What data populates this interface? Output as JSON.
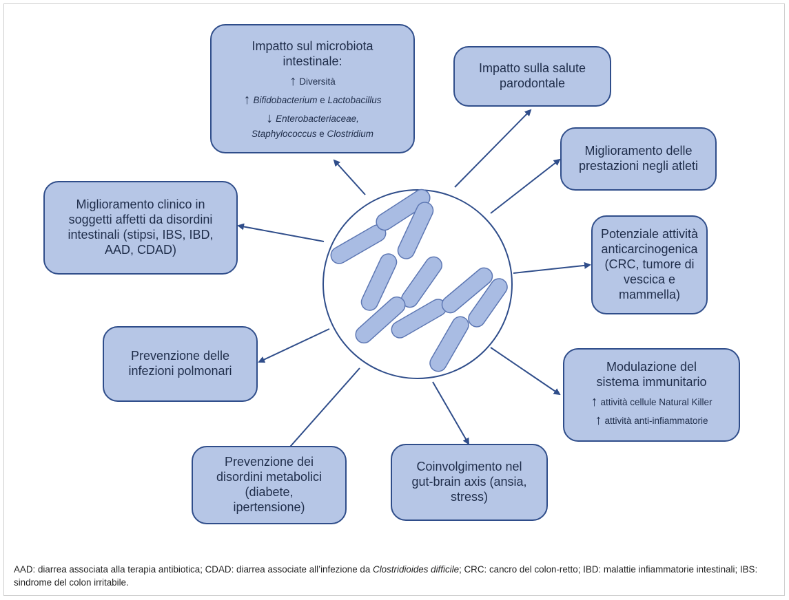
{
  "boxes": {
    "microbiota": {
      "title": "Impatto sul microbiota intestinale:",
      "lines": [
        {
          "arrow": "↑",
          "parts": [
            {
              "text": "Diversità",
              "italic": false
            }
          ]
        },
        {
          "arrow": "↑",
          "parts": [
            {
              "text": "Bifidobacterium",
              "italic": true
            },
            {
              "text": " e ",
              "italic": false
            },
            {
              "text": "Lactobacillus",
              "italic": true
            }
          ]
        },
        {
          "arrow": "↓",
          "parts": [
            {
              "text": "Enterobacteriaceae,",
              "italic": true
            }
          ]
        },
        {
          "arrow": "",
          "parts": [
            {
              "text": "Staphylococcus",
              "italic": true
            },
            {
              "text": " e ",
              "italic": false
            },
            {
              "text": "Clostridium",
              "italic": true
            }
          ]
        }
      ]
    },
    "parodontale": {
      "title": "Impatto sulla salute parodontale"
    },
    "atleti": {
      "title": "Miglioramento delle prestazioni negli atleti"
    },
    "anticarcinogenica": {
      "title": "Potenziale attività anticarcinogenica (CRC, tumore di vescica e mammella)"
    },
    "immunitario": {
      "title": "Modulazione del sistema immunitario",
      "lines": [
        {
          "arrow": "↑",
          "parts": [
            {
              "text": "attività cellule Natural Killer",
              "italic": false
            }
          ]
        },
        {
          "arrow": "↑",
          "parts": [
            {
              "text": "attività anti-infiammatorie",
              "italic": false
            }
          ]
        }
      ]
    },
    "gutbrain": {
      "title": "Coinvolgimento nel gut-brain axis (ansia, stress)"
    },
    "metabolici": {
      "title": "Prevenzione dei disordini metabolici (diabete, ipertensione)"
    },
    "polmonari": {
      "title": "Prevenzione delle infezioni polmonari"
    },
    "intestinali": {
      "title": "Miglioramento clinico in soggetti affetti da disordini intestinali (stipsi, IBS, IBD, AAD, CDAD)"
    }
  },
  "footer": [
    {
      "text": "AAD: diarrea associata alla terapia antibiotica; CDAD: diarrea associate all’infezione da ",
      "italic": false
    },
    {
      "text": "Clostridioides difficile",
      "italic": true
    },
    {
      "text": "; CRC: cancro del colon-retto; IBD: malattie infiammatorie intestinali; IBS: sindrome del colon irritabile.",
      "italic": false
    }
  ],
  "colors": {
    "box_fill": "#b6c6e6",
    "box_border": "#2f4d8a",
    "arrow": "#2f4d8a",
    "bacteria": "#a9bce3"
  },
  "icons": {
    "center": "bacteria-illustration",
    "connectors": "arrow-icon"
  }
}
